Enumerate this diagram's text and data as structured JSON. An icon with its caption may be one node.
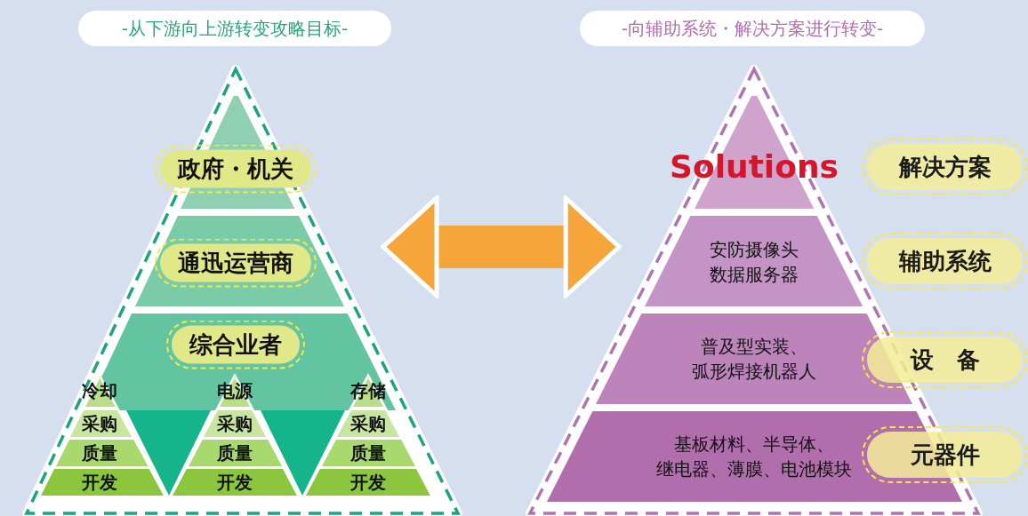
{
  "diagram": {
    "nodes": [
      {
        "text": [],
        "shape": "triangle"
      },
      {
        "text": [
          "政府・机关"
        ],
        "in": 0
      },
      {
        "text": [
          "通迅运营商"
        ],
        "in": 0
      },
      {
        "text": [
          "综合业者"
        ],
        "in": 0
      },
      {
        "text": [
          "冷却"
        ],
        "in": 0
      },
      {
        "text": [
          "采购"
        ],
        "in": 4
      },
      {
        "text": [
          "质量"
        ],
        "in": 4
      },
      {
        "text": [
          "开发"
        ],
        "in": 4
      },
      {
        "text": [
          "电源"
        ],
        "in": 0
      },
      {
        "text": [
          "采购"
        ],
        "in": 8
      },
      {
        "text": [
          "质量"
        ],
        "in": 8
      },
      {
        "text": [
          "开发"
        ],
        "in": 8
      },
      {
        "text": [
          "存储"
        ],
        "in": 0
      },
      {
        "text": [
          "采购"
        ],
        "in": 12
      },
      {
        "text": [
          "质量"
        ],
        "in": 12
      },
      {
        "text": [
          "开发"
        ],
        "in": 12
      },
      {
        "text": [],
        "shape": "triangle"
      },
      {
        "text": [
          "Solutions"
        ],
        "in": 16
      },
      {
        "text": [
          "安防摄像头数据服务器"
        ],
        "in": 16
      },
      {
        "text": [
          "普及型实装、弧形焊接机器人"
        ],
        "in": 16
      },
      {
        "text": [
          "基板材料、半导体、继电器、薄膜、电池模块"
        ],
        "in": 16
      },
      {
        "text": [
          "解决方案"
        ]
      },
      {
        "text": [
          "辅助系统"
        ]
      },
      {
        "text": [
          "设　备"
        ]
      },
      {
        "text": [
          "元器件"
        ]
      },
      {
        "text": [],
        "shape": "triangle",
        "in": 0
      },
      {
        "text": [],
        "shape": "triangle",
        "in": 0
      }
    ],
    "edges": [
      {
        "from": 0,
        "to": 16,
        "arrow": "both"
      }
    ],
    "labels": [
      "-从下游向上游转变攻略目标-",
      "-向辅助系统・解决方案进行转变-"
    ]
  }
}
